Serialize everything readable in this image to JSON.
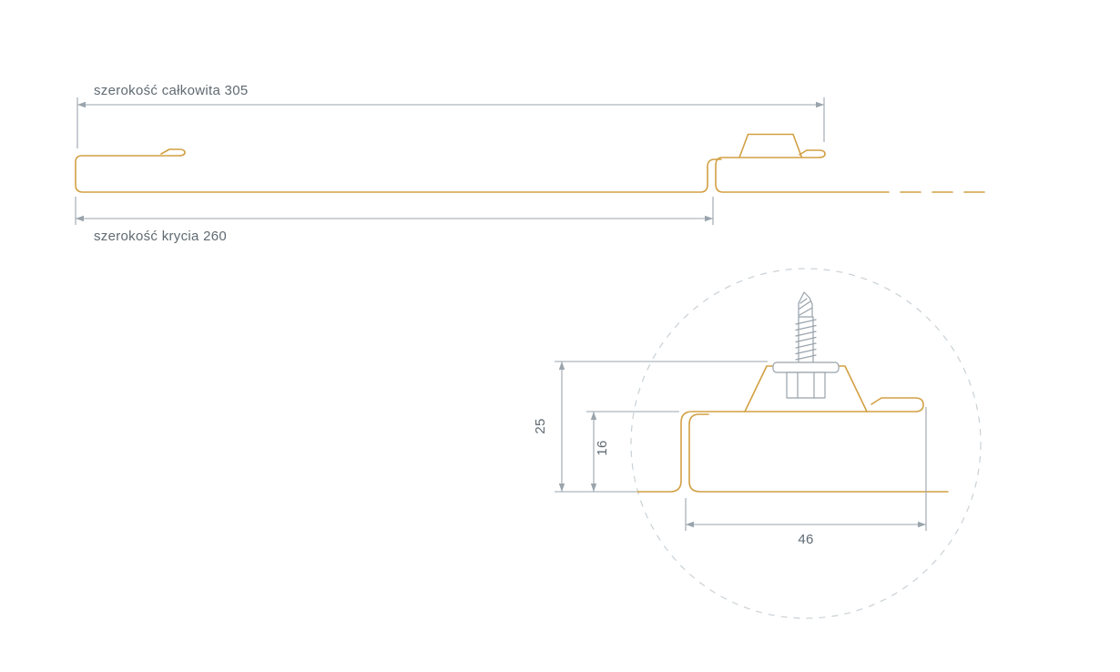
{
  "page": {
    "background": "#ffffff"
  },
  "colors": {
    "profile": "#d2a044",
    "dimension": "#9aa4ac",
    "label_text": "#5f6a72",
    "detail_circle": "#c9d1d6",
    "screw": "#98a2aa"
  },
  "main_view": {
    "dim_total_width": {
      "label": "szerokość całkowita 305",
      "value": 305
    },
    "dim_cover_width": {
      "label": "szerokość krycia 260",
      "value": 260
    }
  },
  "detail_view": {
    "dim_profile_height": {
      "label": "25",
      "value": 25
    },
    "dim_seam_height": {
      "label": "16",
      "value": 16
    },
    "dim_seam_width": {
      "label": "46",
      "value": 46
    }
  }
}
